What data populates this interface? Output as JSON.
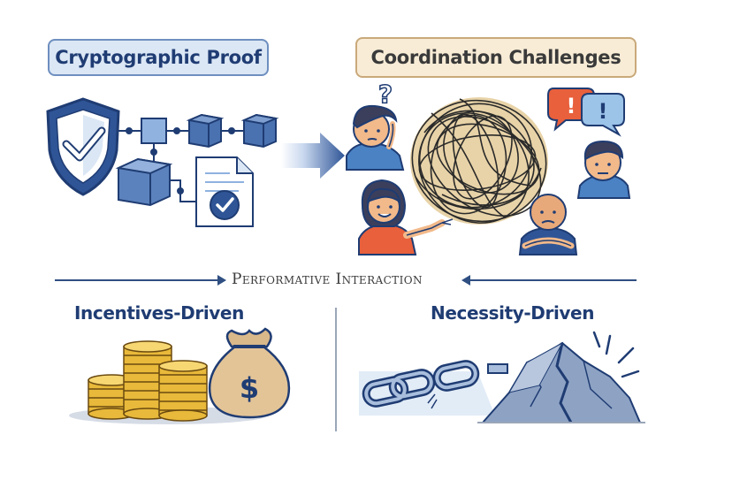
{
  "top_left": {
    "title": "Cryptographic Proof"
  },
  "top_right": {
    "title": "Coordination Challenges"
  },
  "middle": {
    "label": "Performative Interaction"
  },
  "bottom_left": {
    "title": "Incentives-Driven",
    "money_symbol": "$"
  },
  "bottom_right": {
    "title": "Necessity-Driven"
  },
  "bubbles": {
    "left": "!",
    "right": "!"
  },
  "question_mark": "?",
  "colors": {
    "navy": "#1f3c73",
    "blue_fill": "#dbe7f5",
    "cream_fill": "#f8ecd6",
    "gold": "#e8b93a",
    "bubble_orange": "#e8603c",
    "bubble_blue": "#9cc3e8"
  },
  "icons": [
    "shield-check-icon",
    "blockchain-icon",
    "document-check-icon",
    "arrow-right-icon",
    "tangled-yarn-icon",
    "confused-person-icon",
    "talking-woman-icon",
    "man-icon",
    "bald-man-icon",
    "speech-bubbles-icon",
    "coin-stacks-icon",
    "money-bag-icon",
    "broken-chain-icon",
    "cracked-rock-icon"
  ]
}
